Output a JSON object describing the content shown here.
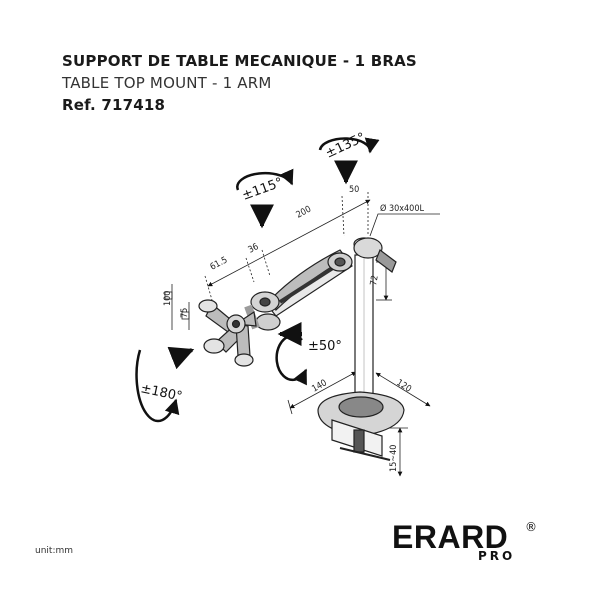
{
  "header": {
    "title_fr": "SUPPORT DE TABLE MECANIQUE - 1 BRAS",
    "title_en": "TABLE TOP MOUNT - 1 ARM",
    "reference": "Ref. 717418"
  },
  "dimensions": {
    "arm_offset": "61.5",
    "joint": "36",
    "arm_length": "200",
    "head_offset": "50",
    "pole": "Ø 30x400L",
    "pole_offset": "72",
    "vesa_100": "100",
    "vesa_75": "75",
    "base_depth": "140",
    "base_width": "120",
    "clamp_range": "15~40"
  },
  "angles": {
    "top": "±135°",
    "arm": "±115°",
    "tilt": "±50°",
    "rotate": "±180°"
  },
  "footer": {
    "unit": "unit:mm",
    "brand": "ERARD",
    "registered": "®",
    "brand_sub": "PRO"
  }
}
